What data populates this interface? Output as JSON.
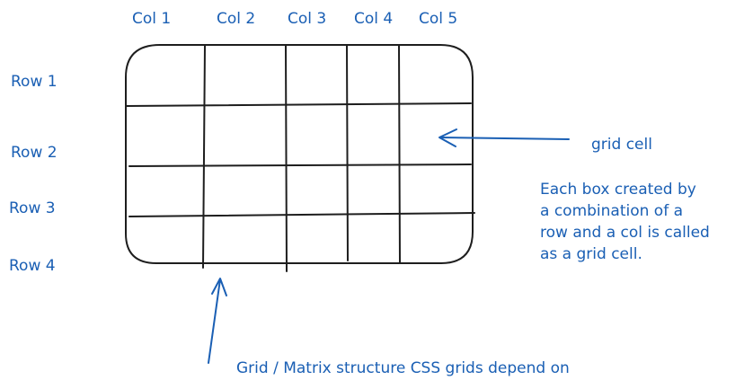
{
  "colors": {
    "ink": "#1e1e1e",
    "annotation": "#1a5fb4",
    "background": "#ffffff"
  },
  "columns": [
    "Col 1",
    "Col 2",
    "Col 3",
    "Col 4",
    "Col 5"
  ],
  "rows": [
    "Row 1",
    "Row 2",
    "Row 3",
    "Row 4"
  ],
  "annotations": {
    "cell": "grid cell",
    "cell_description": [
      "Each box created by",
      "a combination of a",
      "row and a col is called",
      "as a grid cell."
    ],
    "structure": "Grid / Matrix structure CSS grids depend on"
  }
}
